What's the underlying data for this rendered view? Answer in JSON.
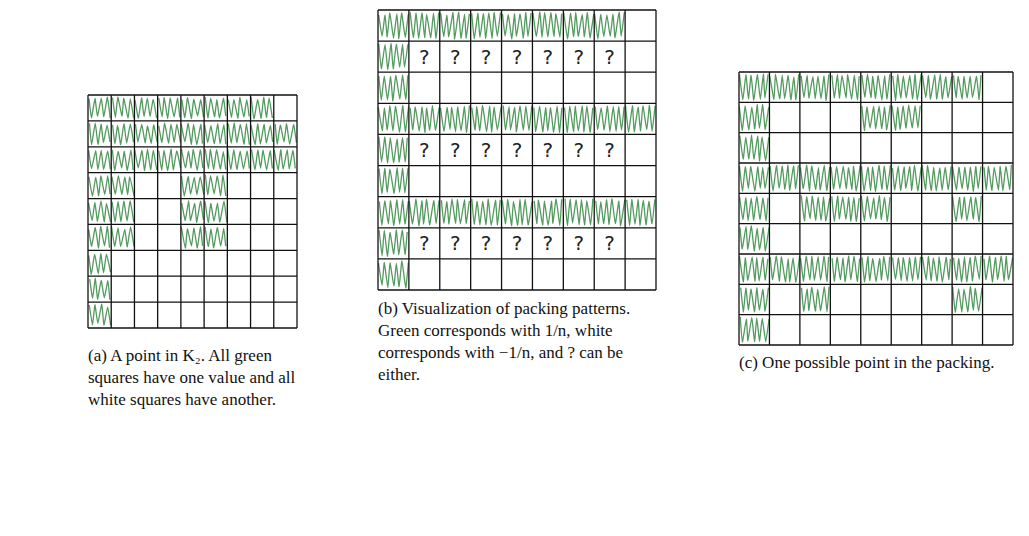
{
  "diagram": {
    "labels": [
      "(a) A point in K₂. All green squares have one value and all white squares have another.",
      "?",
      "?",
      "?",
      "?",
      "?",
      "?",
      "?",
      "?",
      "?",
      "?",
      "?",
      "?",
      "?",
      "?",
      "?",
      "?",
      "?",
      "?",
      "?",
      "?",
      "?",
      "(b) Visualization of packing patterns. Green corresponds with 1/n, white corresponds with −1/n, and ? can be either.",
      "(c) One possible point in the packing."
    ]
  }
}
